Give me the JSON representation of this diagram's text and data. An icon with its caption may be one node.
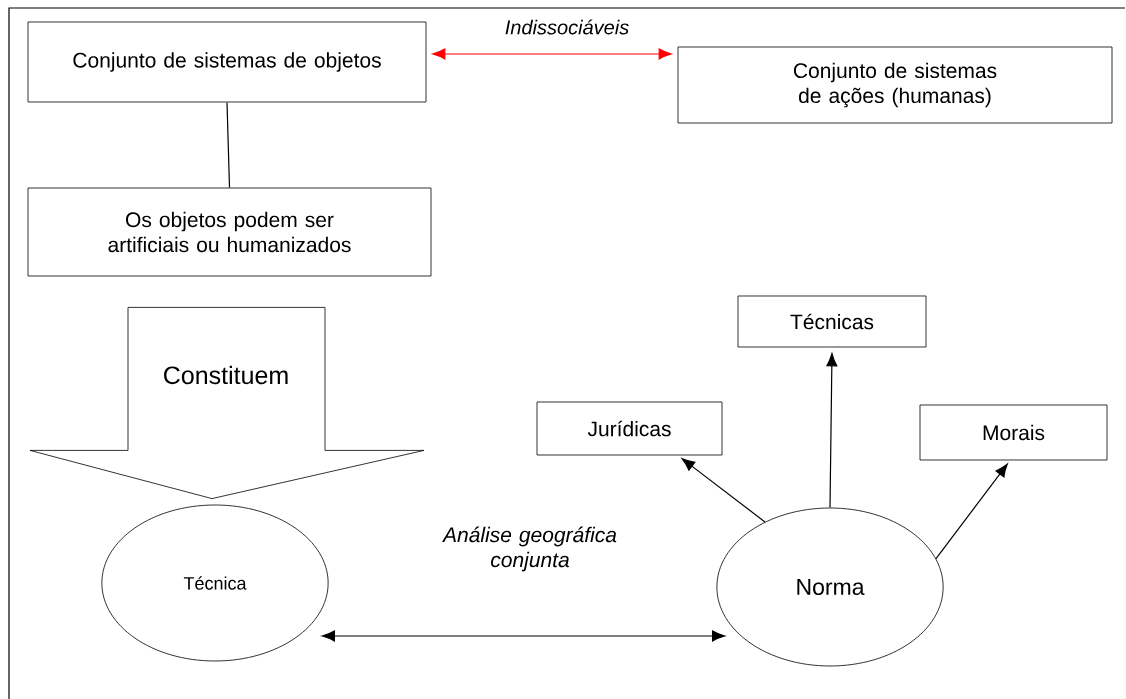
{
  "diagram": {
    "nodes": [
      {
        "text": [
          "Conjunto de sistemas de objetos"
        ]
      },
      {
        "text": [
          "Conjunto de sistemas de ações (humanas)"
        ]
      },
      {
        "text": [
          "Os objetos podem ser artificiais ou humanizados"
        ]
      },
      {
        "text": [
          "Técnica"
        ]
      },
      {
        "text": [
          "Técnicas"
        ]
      },
      {
        "text": [
          "Jurídicas"
        ]
      },
      {
        "text": [
          "Morais"
        ]
      },
      {
        "text": [
          "Norma"
        ]
      }
    ],
    "edges": [
      {
        "from": 0,
        "to": 1,
        "arrow": "both",
        "label": "*Indissociáveis*",
        "color": "#ff0000"
      },
      {
        "from": 0,
        "to": 2,
        "arrow": "none"
      },
      {
        "from": 2,
        "to": 3,
        "arrow": "to",
        "label": "Constituem",
        "style": "thick"
      },
      {
        "from": 3,
        "to": 7,
        "arrow": "both",
        "label": "*Análise geográfica conjunta*"
      },
      {
        "from": 7,
        "to": 4,
        "arrow": "to"
      },
      {
        "from": 7,
        "to": 5,
        "arrow": "to"
      },
      {
        "from": 7,
        "to": 6,
        "arrow": "to"
      }
    ]
  }
}
